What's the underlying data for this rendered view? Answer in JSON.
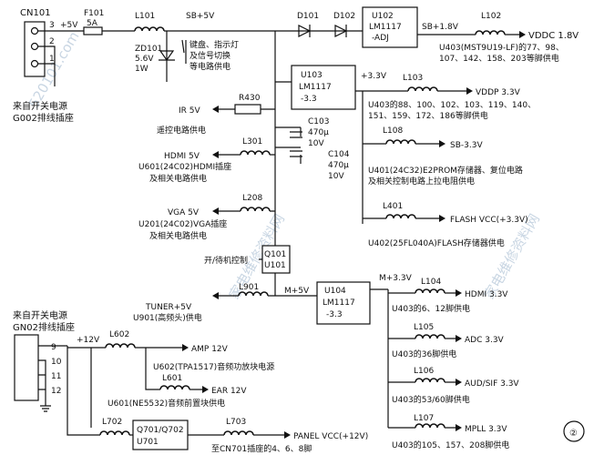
{
  "connectors": {
    "cn101": {
      "label": "CN101",
      "pins": [
        "3",
        "2",
        "1"
      ],
      "desc_line1": "来自开关电源",
      "desc_line2": "G002排线插座"
    },
    "cn02": {
      "label_line1": "来自开关电源",
      "label_line2": "GN02排线插座",
      "pins": [
        "9",
        "10",
        "11",
        "12"
      ]
    }
  },
  "top_rail": {
    "plus5v": "+5V",
    "fuse_name": "F101",
    "fuse_rating": "5A",
    "l101": "L101",
    "sb5v": "SB+5V",
    "zd101_name": "ZD101",
    "zd101_volt": "5.6V",
    "zd101_power": "1W",
    "kbd_line1": "键盘、指示灯",
    "kbd_line2": "及信号切换",
    "kbd_line3": "等电路供电",
    "d101": "D101",
    "d102": "D102",
    "u102_name": "U102",
    "u102_part": "LM1117",
    "u102_sub": "-ADJ",
    "sb18": "SB+1.8V",
    "l102": "L102",
    "vddc": "VDDC 1.8V",
    "u403_line1": "U403(MST9U19-LF)的77、98、",
    "u403_line2": "107、142、158、203等脚供电"
  },
  "u103": {
    "name": "U103",
    "part": "LM1117",
    "sub": "-3.3",
    "out": "+3.3V",
    "l103": "L103",
    "vddp": "VDDP 3.3V",
    "vddp_line1": "U403的88、100、102、103、119、140、",
    "vddp_line2": "151、159、172、186等脚供电",
    "l108": "L108",
    "sb33": "SB-3.3V",
    "u401_line1": "U401(24C32)E2PROM存储器、复位电路",
    "u401_line2": "及相关控制电路上拉电阻供电",
    "l401": "L401",
    "flash": "FLASH VCC(+3.3V)",
    "u402": "U402(25FL040A)FLASH存储器供电"
  },
  "left_taps": {
    "ir": "IR 5V",
    "r430": "R430",
    "ir_desc": "遥控电路供电",
    "c103_name": "C103",
    "c103_val": "470μ",
    "c103_v": "10V",
    "c104_name": "C104",
    "c104_val": "470μ",
    "c104_v": "10V",
    "hdmi": "HDMI 5V",
    "l301": "L301",
    "hdmi_line1": "U601(24C02)HDMI插座",
    "hdmi_line2": "及相关电路供电",
    "vga": "VGA 5V",
    "l208": "L208",
    "vga_line1": "U201(24C02)VGA插座",
    "vga_line2": "及相关电路供电",
    "q101": "Q101",
    "u101": "U101",
    "standby": "开/待机控制"
  },
  "tuner": {
    "l901": "L901",
    "m5v": "M+5V",
    "tuner_label": "TUNER+5V",
    "tuner_desc": "U901(高频头)供电",
    "u104_name": "U104",
    "u104_part": "LM1117",
    "u104_sub": "-3.3",
    "m33": "M+3.3V",
    "l104": "L104",
    "hdmi33": "HDMI 3.3V",
    "hdmi33_desc": "U403的6、12脚供电",
    "l105": "L105",
    "adc33": "ADC 3.3V",
    "adc33_desc": "U403的36脚供电",
    "l106": "L106",
    "aud33": "AUD/SIF 3.3V",
    "aud33_desc": "U403的53/60脚供电",
    "l107": "L107",
    "mpll33": "MPLL 3.3V",
    "mpll33_desc": "U403的105、157、208脚供电"
  },
  "audio": {
    "plus12": "+12V",
    "l602": "L602",
    "amp": "AMP 12V",
    "amp_desc": "U602(TPA1517)音频功放块电源",
    "l601": "L601",
    "ear": "EAR 12V",
    "ear_desc": "U601(NE5532)音频前置块供电",
    "l702": "L702",
    "q701_line1": "Q701/Q702",
    "q701_line2": "U701",
    "l703": "L703",
    "panel": "PANEL VCC(+12V)",
    "panel_desc": "至CN701插座的4、6、8脚"
  },
  "watermarks": [
    "520101.com",
    "家电维修资料网",
    "家电维修资料网"
  ],
  "page_marker": "②"
}
